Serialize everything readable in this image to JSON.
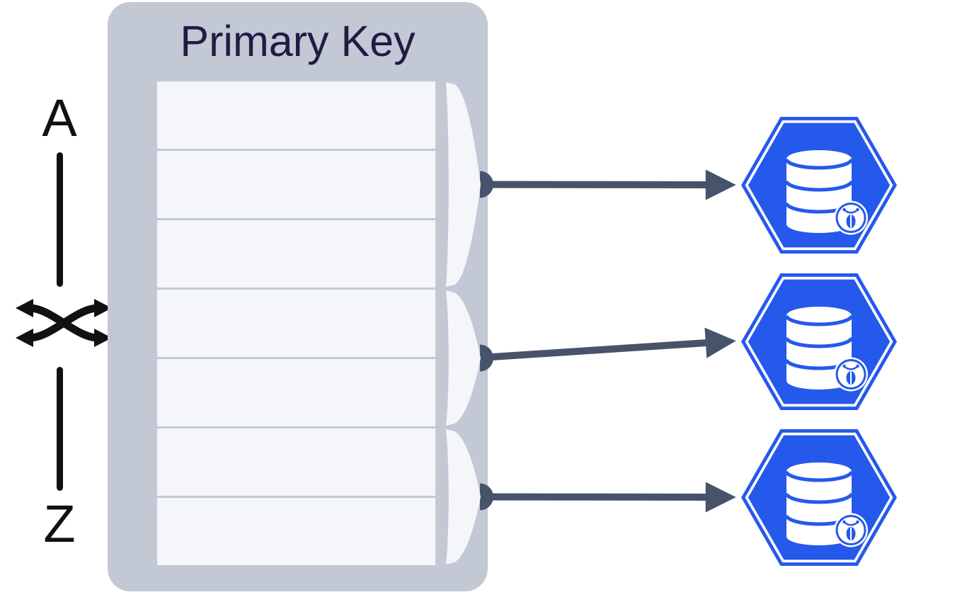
{
  "panel": {
    "title": "Primary Key"
  },
  "range": {
    "start_label": "A",
    "end_label": "Z",
    "shuffle_icon": "shuffle-crossed-arrows-icon"
  },
  "table": {
    "row_count": 7
  },
  "groups": [
    {
      "rows": [
        1,
        2,
        3
      ],
      "target": "shard-node-1"
    },
    {
      "rows": [
        4,
        5
      ],
      "target": "shard-node-2"
    },
    {
      "rows": [
        6,
        7
      ],
      "target": "shard-node-3"
    }
  ],
  "nodes": [
    {
      "id": "shard-node-1",
      "icon": "database-icon",
      "badge": "cockroach-bug-badge-icon"
    },
    {
      "id": "shard-node-2",
      "icon": "database-icon",
      "badge": "cockroach-bug-badge-icon"
    },
    {
      "id": "shard-node-3",
      "icon": "database-icon",
      "badge": "cockroach-bug-badge-icon"
    }
  ],
  "colors": {
    "ink": "#111111",
    "panel-bg": "#c3c8d5",
    "row-bg": "#f4f6fa",
    "title-color": "#211c45",
    "arrow-color": "#46536a",
    "node-blue": "#2559ec"
  }
}
